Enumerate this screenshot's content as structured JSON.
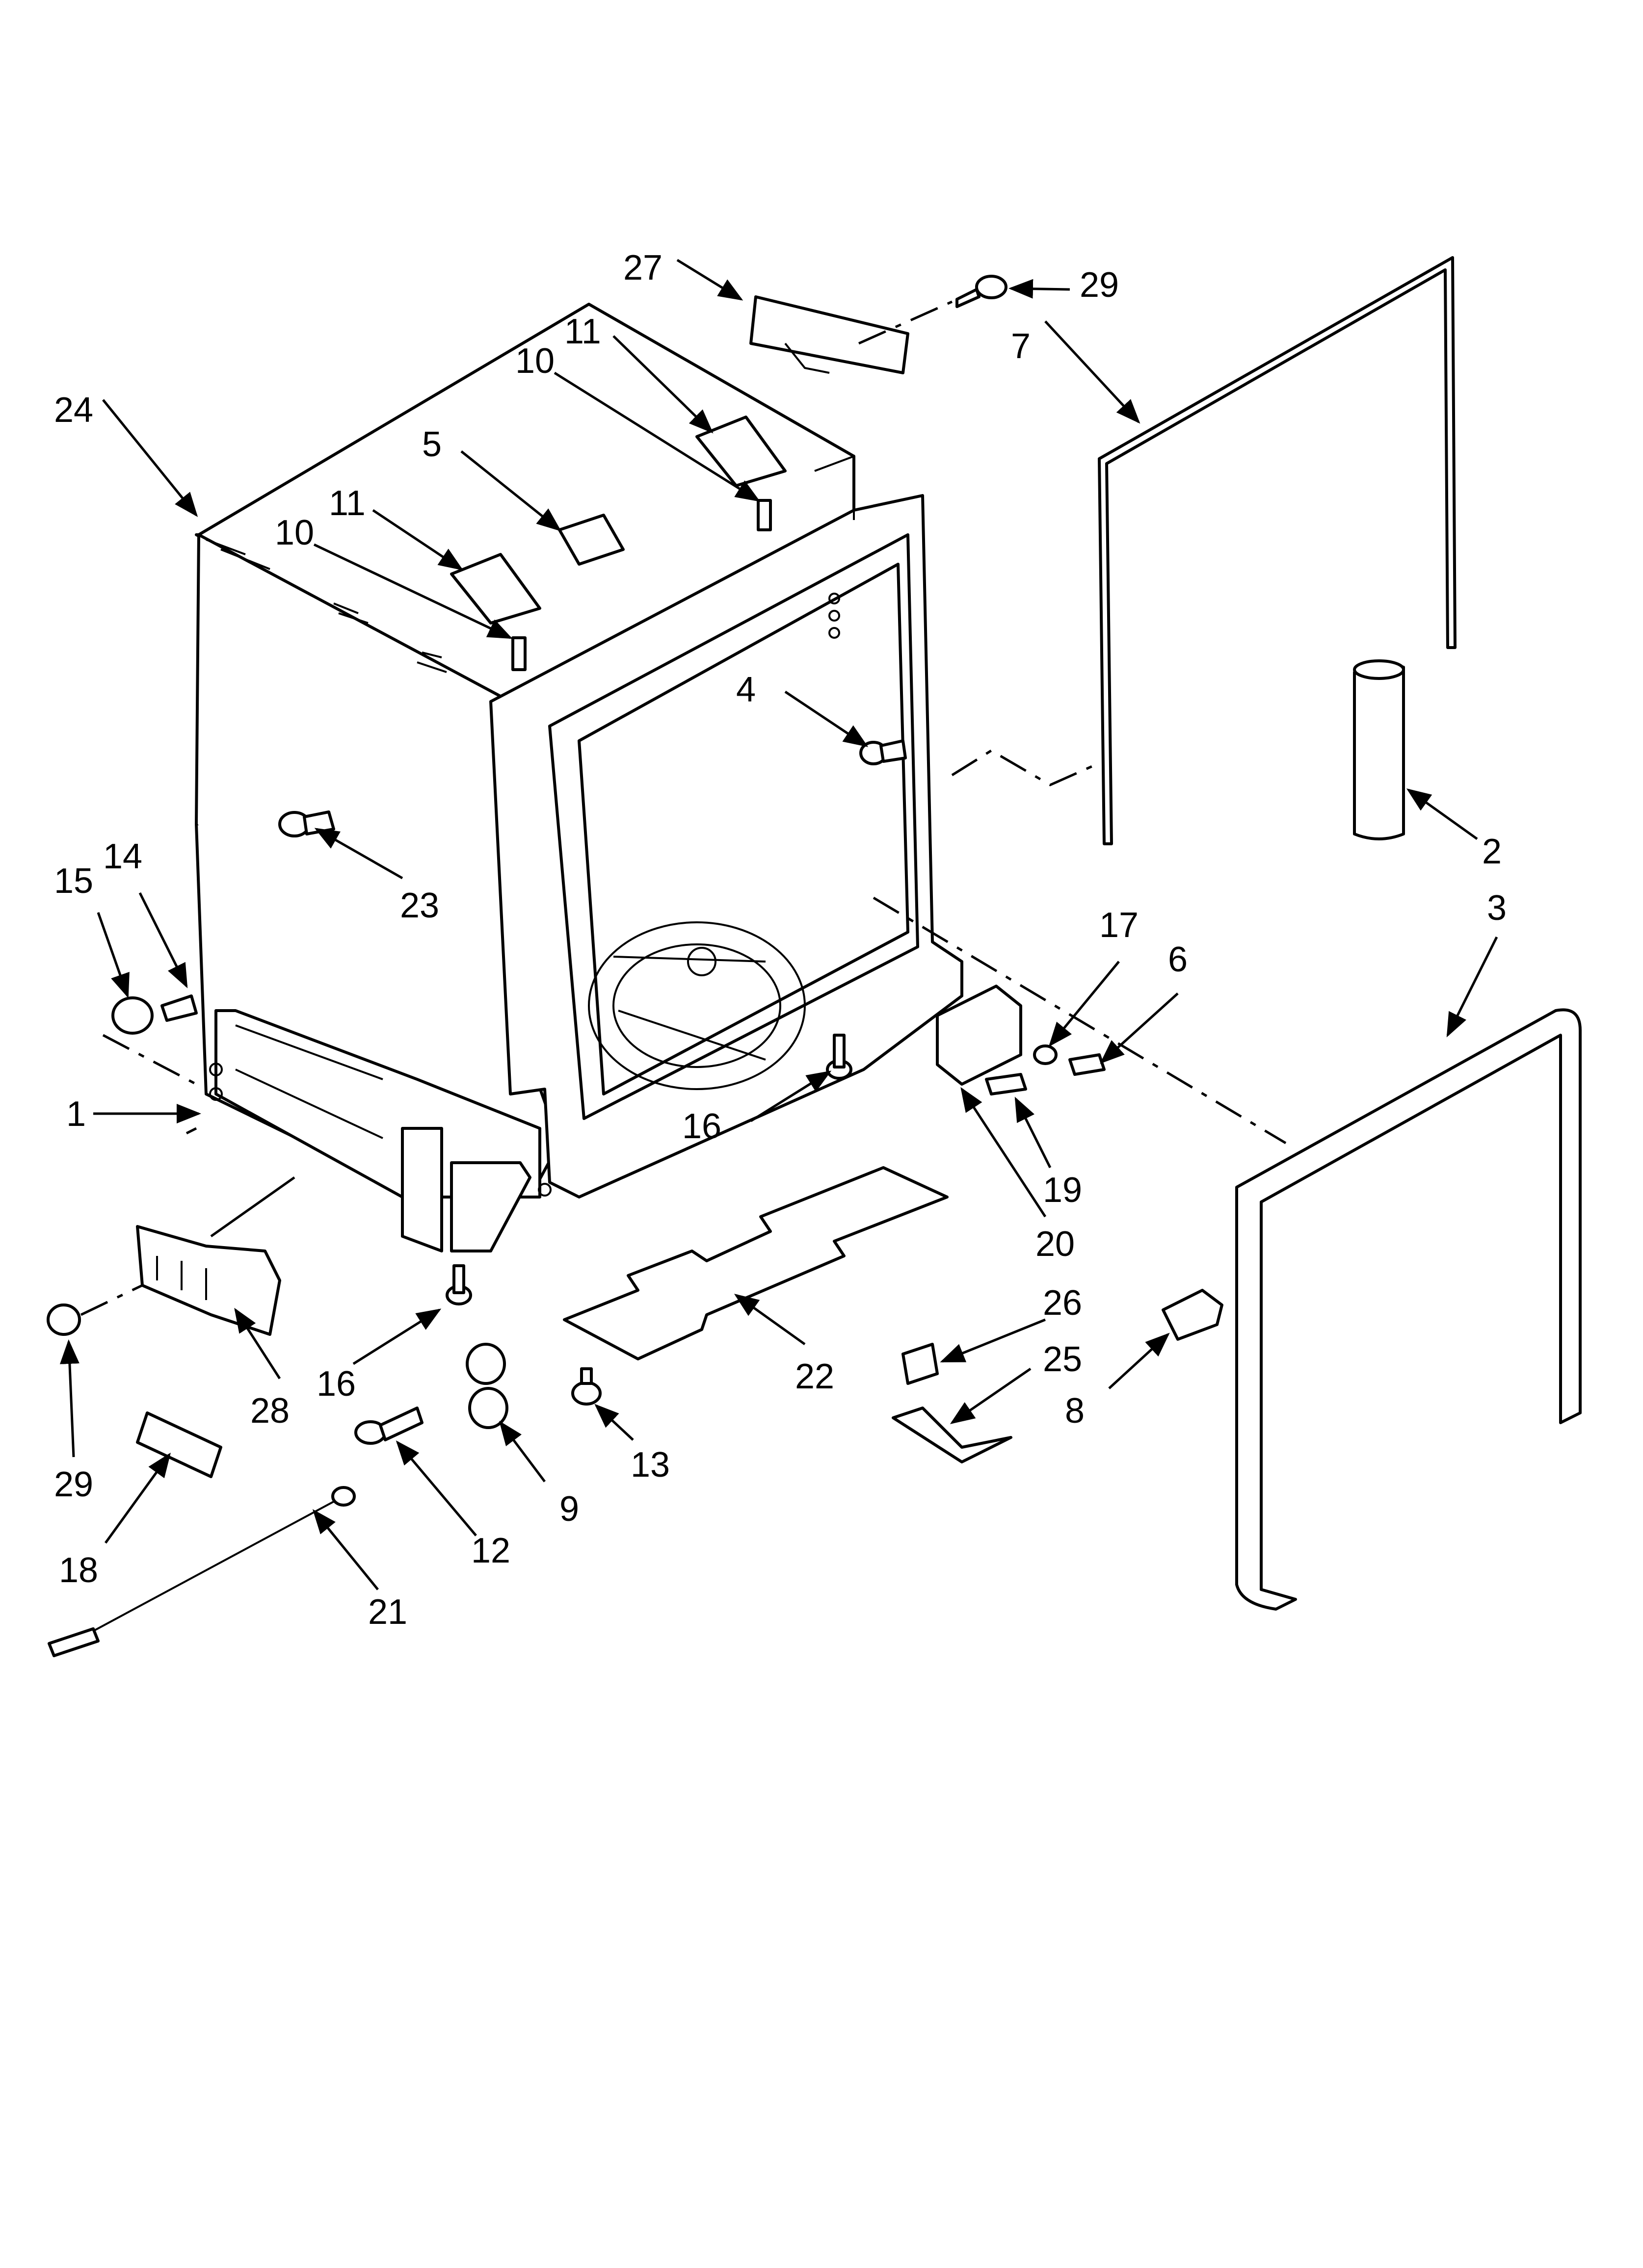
{
  "callouts": {
    "c1": "1",
    "c2": "2",
    "c3": "3",
    "c4": "4",
    "c5": "5",
    "c6": "6",
    "c7": "7",
    "c8": "8",
    "c9": "9",
    "c10a": "10",
    "c10b": "10",
    "c11a": "11",
    "c11b": "11",
    "c12": "12",
    "c13": "13",
    "c14": "14",
    "c15": "15",
    "c16a": "16",
    "c16b": "16",
    "c17": "17",
    "c18": "18",
    "c19": "19",
    "c20": "20",
    "c21": "21",
    "c22": "22",
    "c23": "23",
    "c24": "24",
    "c25": "25",
    "c26": "26",
    "c27": "27",
    "c28": "28",
    "c29a": "29",
    "c29b": "29"
  }
}
